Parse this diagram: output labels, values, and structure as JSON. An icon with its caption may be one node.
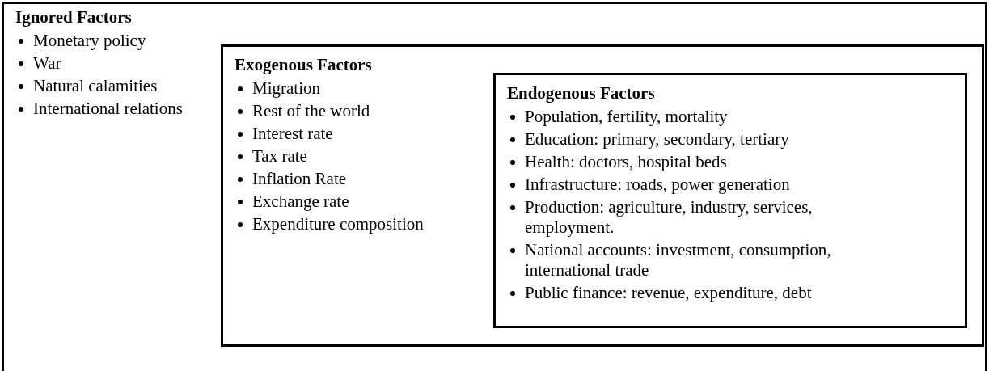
{
  "diagram": {
    "nodes": [
      {
        "text": [
          "Ignored Factors",
          "Monetary policy",
          "War",
          "Natural calamities",
          "International relations"
        ]
      },
      {
        "text": [
          "Exogenous Factors",
          "Migration",
          "Rest of the world",
          "Interest rate",
          "Tax rate",
          "Inflation Rate",
          "Exchange rate",
          "Expenditure composition"
        ],
        "in": 0
      },
      {
        "text": [
          "Endogenous Factors",
          "Population, fertility, mortality",
          "Education: primary, secondary, tertiary",
          "Health: doctors, hospital beds",
          "Infrastructure: roads, power generation",
          "Production: agriculture, industry, services, employment.",
          "National accounts: investment, consumption, international trade",
          "Public finance: revenue, expenditure, debt"
        ],
        "in": 1
      }
    ]
  }
}
